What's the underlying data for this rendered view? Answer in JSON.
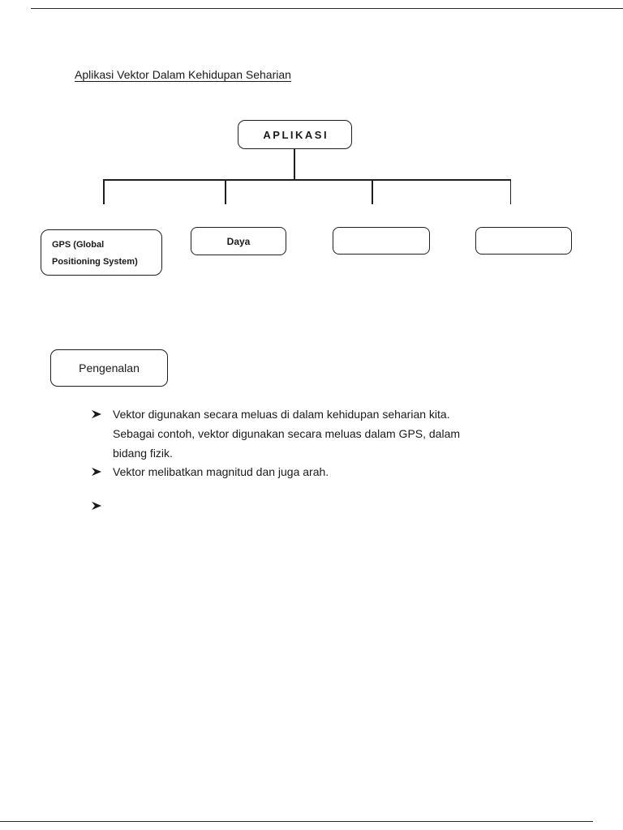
{
  "page": {
    "heading": "Aplikasi Vektor Dalam Kehidupan Seharian"
  },
  "flowchart": {
    "root_label": "APLIKASI",
    "nodes": [
      {
        "id": "gps",
        "lines": [
          "GPS (Global",
          "Positioning System)"
        ]
      },
      {
        "id": "daya",
        "lines": [
          "Daya"
        ]
      },
      {
        "id": "empty-1",
        "lines": [
          ""
        ]
      },
      {
        "id": "empty-2",
        "lines": [
          ""
        ]
      }
    ]
  },
  "section_label": "Pengenalan",
  "bullets": [
    "Vektor digunakan secara meluas di dalam kehidupan seharian kita. Sebagai contoh, vektor digunakan secara meluas dalam GPS, dalam bidang fizik.",
    "Vektor melibatkan magnitud dan juga arah.",
    ""
  ],
  "colors": {
    "ink": "#1a1a1a",
    "page_background": "#ffffff"
  }
}
